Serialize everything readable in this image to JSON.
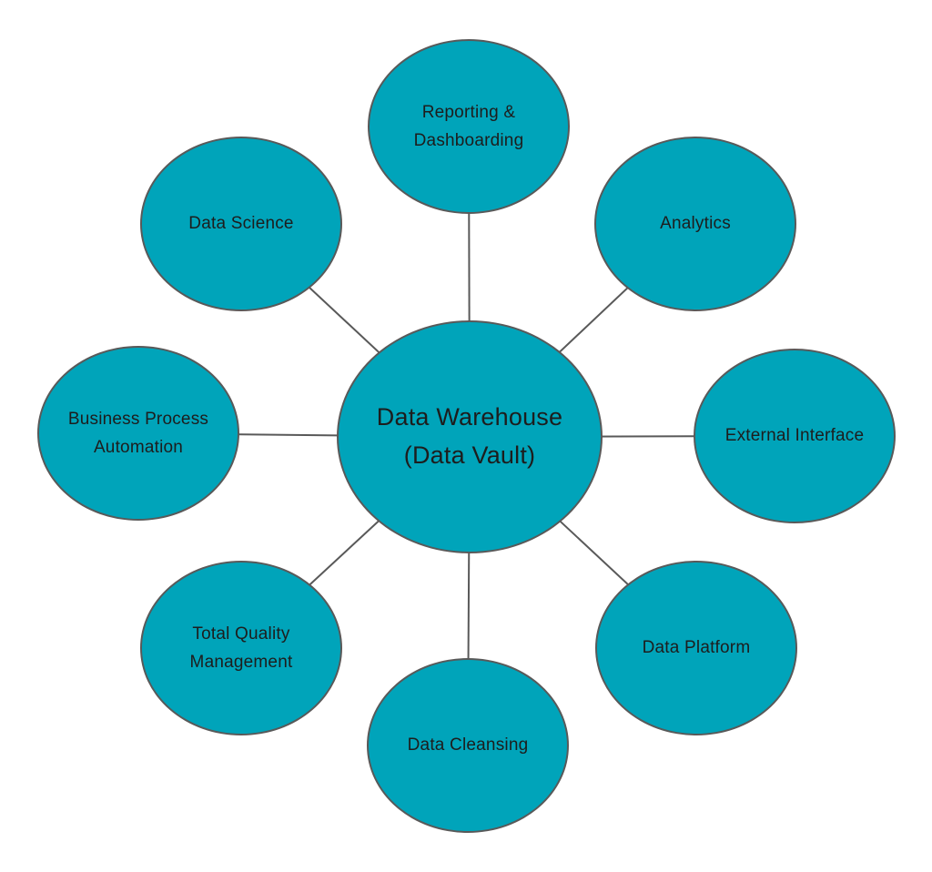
{
  "diagram": {
    "type": "hub-and-spoke",
    "colors": {
      "node_fill": "#00a4ba",
      "node_border": "#595959",
      "line_color": "#595959",
      "text_color": "#1d1d1d",
      "background": "#ffffff"
    },
    "center": {
      "label": "Data Warehouse\n(Data Vault)"
    },
    "satellites": [
      {
        "id": "reporting-dashboarding",
        "label": "Reporting &\nDashboarding"
      },
      {
        "id": "analytics",
        "label": "Analytics"
      },
      {
        "id": "external-interface",
        "label": "External Interface"
      },
      {
        "id": "data-platform",
        "label": "Data Platform"
      },
      {
        "id": "data-cleansing",
        "label": "Data Cleansing"
      },
      {
        "id": "total-quality-management",
        "label": "Total Quality\nManagement"
      },
      {
        "id": "business-process-automation",
        "label": "Business Process\nAutomation"
      },
      {
        "id": "data-science",
        "label": "Data Science"
      }
    ]
  }
}
